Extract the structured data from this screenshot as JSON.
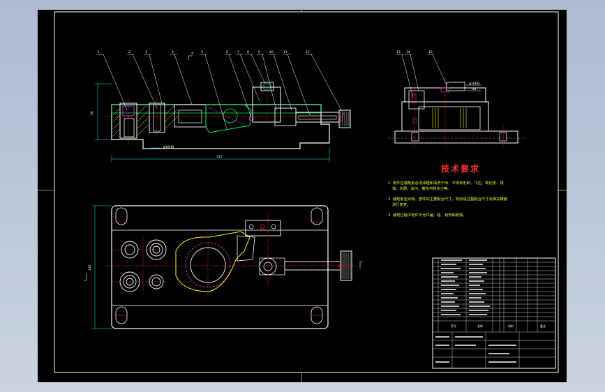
{
  "title": "技术要求",
  "requirements": [
    "1. 零件在装配前必须清理和清洗干净，不得有毛刺、飞边、氧化皮、锈",
    "蚀、切屑、油污、着色剂和灰尘等。",
    "2. 装配前应对零、部件的主要配合尺寸，特别是过盈配合尺寸及相关精度",
    "进行复查。",
    "3. 装配过程中零件不允许磕、碰、划伤和锈蚀。"
  ],
  "balloons_left": [
    "1",
    "2",
    "3",
    "4",
    "5",
    "6",
    "7",
    "8",
    "9",
    "10",
    "11",
    "12"
  ],
  "balloons_right": [
    "13",
    "14",
    "15"
  ],
  "dims": {
    "height": "30",
    "length": "315",
    "bore": "φ10H8",
    "plan_width": "130",
    "side_a": "φ10H8",
    "side_b": "H8"
  },
  "section_mark": "A",
  "title_block": {
    "head_a": "序号",
    "head_b": "名称",
    "head_c": "材料",
    "head_d": "备注"
  },
  "colors": {
    "line": "#ffffff",
    "center": "#ff2020",
    "hidden": "#ff33ff",
    "dim": "#00ffff",
    "part": "#00ff66",
    "hatch": "#ffff00"
  }
}
